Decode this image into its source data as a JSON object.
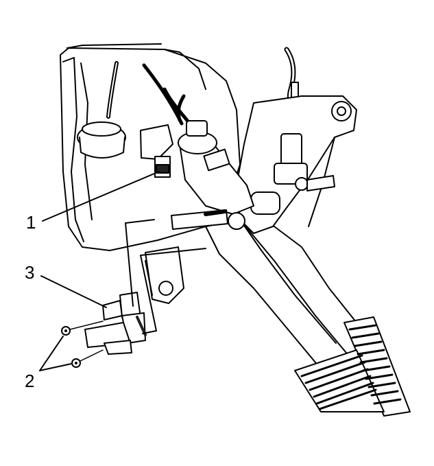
{
  "callouts": [
    {
      "id": "1",
      "label": "1"
    },
    {
      "id": "2",
      "label": "2"
    },
    {
      "id": "3",
      "label": "3"
    }
  ],
  "colors": {
    "line": "#000000",
    "fill": "#ffffff",
    "shade": "#222222"
  }
}
